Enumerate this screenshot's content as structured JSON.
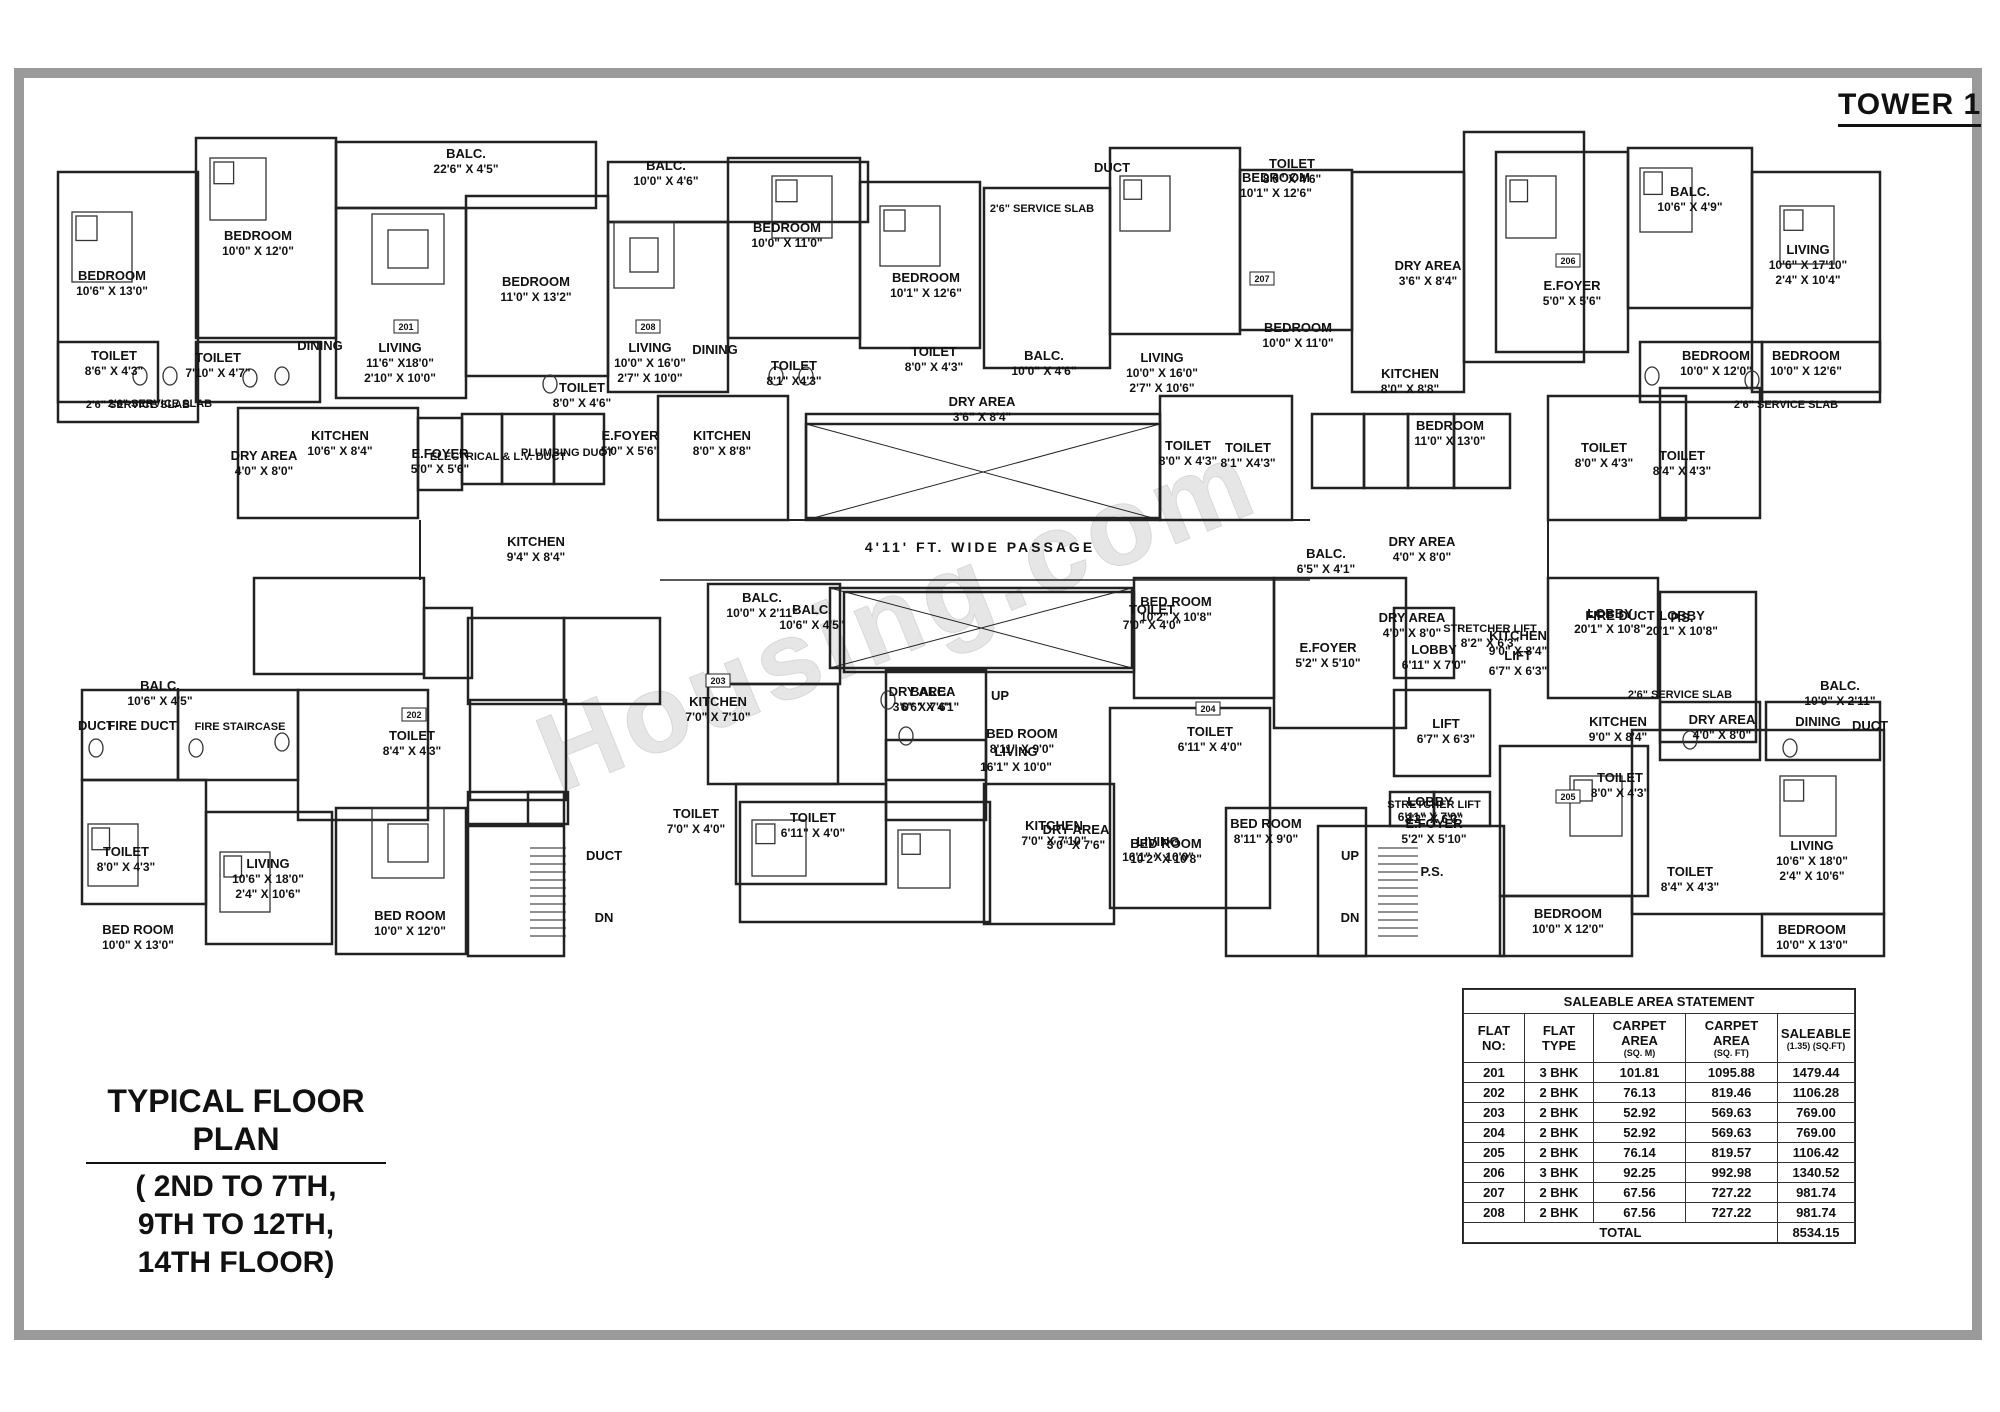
{
  "tower_label": "TOWER 1",
  "floor_plan_title": {
    "line1": "TYPICAL FLOOR PLAN",
    "line2": "( 2ND TO 7TH,",
    "line3": "9TH TO 12TH,",
    "line4": "14TH FLOOR)"
  },
  "watermark": "Housing.com",
  "passage_label": "4'11' FT. WIDE PASSAGE",
  "rooms": [
    {
      "name": "BEDROOM",
      "dim": "10'6\" X 13'0\""
    },
    {
      "name": "BEDROOM",
      "dim": "10'0\" X 12'0\""
    },
    {
      "name": "BALC.",
      "dim": "22'6\" X 4'5\""
    },
    {
      "name": "BEDROOM",
      "dim": "11'0\" X 13'2\""
    },
    {
      "name": "LIVING",
      "dim": "11'6\" X18'0\"",
      "dim2": "2'10\" X 10'0\""
    },
    {
      "name": "DINING",
      "dim": ""
    },
    {
      "name": "TOILET",
      "dim": "8'6\" X 4'3\""
    },
    {
      "name": "TOILET",
      "dim": "7'10\" X 4'7\""
    },
    {
      "name": "TOILET",
      "dim": "8'0\" X 4'6\""
    },
    {
      "name": "2'6\" SERVICE SLAB",
      "dim": ""
    },
    {
      "name": "KITCHEN",
      "dim": "10'6\" X 8'4\""
    },
    {
      "name": "DRY AREA",
      "dim": "4'0\" X 8'0\""
    },
    {
      "name": "E.FOYER",
      "dim": "5'0\" X 5'6\""
    },
    {
      "name": "ELECTRICAL & L.V. DUCT",
      "dim": ""
    },
    {
      "name": "PLUMBING DUCT",
      "dim": ""
    },
    {
      "name": "E.FOYER",
      "dim": "5'0\" X 5'6\""
    },
    {
      "name": "BALC.",
      "dim": "10'0\" X 4'6\""
    },
    {
      "name": "LIVING",
      "dim": "10'0\" X 16'0\"",
      "dim2": "2'7\" X 10'0\""
    },
    {
      "name": "DINING",
      "dim": ""
    },
    {
      "name": "BEDROOM",
      "dim": "10'0\" X 11'0\""
    },
    {
      "name": "BEDROOM",
      "dim": "10'1\" X 12'6\""
    },
    {
      "name": "TOILET",
      "dim": "8'1\" X4'3\""
    },
    {
      "name": "TOILET",
      "dim": "8'0\" X 4'3\""
    },
    {
      "name": "KITCHEN",
      "dim": "8'0\" X 8'8\""
    },
    {
      "name": "DRY AREA",
      "dim": "3'6\" X 8'4\""
    },
    {
      "name": "2'6\" SERVICE SLAB",
      "dim": ""
    },
    {
      "name": "DUCT",
      "dim": ""
    },
    {
      "name": "BEDROOM",
      "dim": "10'1\" X 12'6\""
    },
    {
      "name": "BEDROOM",
      "dim": "10'0\" X 11'0\""
    },
    {
      "name": "BALC.",
      "dim": "10'0\" X 4'6\""
    },
    {
      "name": "LIVING",
      "dim": "10'0\" X 16'0\"",
      "dim2": "2'7\" X 10'6\""
    },
    {
      "name": "TOILET",
      "dim": "8'0\" X 4'3\""
    },
    {
      "name": "TOILET",
      "dim": "8'1\" X4'3\""
    },
    {
      "name": "DRY AREA",
      "dim": "3'6\" X 8'4\""
    },
    {
      "name": "KITCHEN",
      "dim": "8'0\" X 8'8\""
    },
    {
      "name": "BEDROOM",
      "dim": "11'0\" X 13'0\""
    },
    {
      "name": "TOILET",
      "dim": "8'0\" X 4'6\""
    },
    {
      "name": "E.FOYER",
      "dim": "5'0\" X 5'6\""
    },
    {
      "name": "BALC.",
      "dim": "10'6\" X 4'9\""
    },
    {
      "name": "LIVING",
      "dim": "10'6\" X 17'10\"",
      "dim2": "2'4\" X 10'4\""
    },
    {
      "name": "BEDROOM",
      "dim": "10'0\" X 12'0\""
    },
    {
      "name": "BEDROOM",
      "dim": "10'0\" X 12'6\""
    },
    {
      "name": "TOILET",
      "dim": "8'0\" X 4'3\""
    },
    {
      "name": "TOILET",
      "dim": "8'4\" X 4'3\""
    },
    {
      "name": "KITCHEN",
      "dim": "9'4\" X 8'4\""
    },
    {
      "name": "DRY AREA",
      "dim": "4'0\" X 8'0\""
    },
    {
      "name": "LOBBY",
      "dim": "20'1\" X 10'8\""
    },
    {
      "name": "LOBBY",
      "dim": "20'1\" X 10'8\""
    },
    {
      "name": "KITCHEN",
      "dim": "9'0\" X 8'4\""
    },
    {
      "name": "DRY AREA",
      "dim": "4'0\" X 8'0\""
    },
    {
      "name": "E.FOYER",
      "dim": "5'2\" X 5'10\""
    },
    {
      "name": "LIFT",
      "dim": "6'7\" X 6'3\""
    },
    {
      "name": "LOBBY",
      "dim": "6'11\" X 7'0\""
    },
    {
      "name": "STRETCHER LIFT",
      "dim": "8'2\" X 6'3\""
    },
    {
      "name": "P.S.",
      "dim": ""
    },
    {
      "name": "FIRE DUCT",
      "dim": ""
    },
    {
      "name": "FIRE STAIRCASE",
      "dim": ""
    },
    {
      "name": "TOILET",
      "dim": "8'4\" X 4'3\""
    },
    {
      "name": "TOILET",
      "dim": "8'0\" X 4'3\""
    },
    {
      "name": "LIVING",
      "dim": "10'6\" X 18'0\"",
      "dim2": "2'4\" X 10'6\""
    },
    {
      "name": "BED ROOM",
      "dim": "10'0\" X 13'0\""
    },
    {
      "name": "BED ROOM",
      "dim": "10'0\" X 12'0\""
    },
    {
      "name": "BALC.",
      "dim": "10'0\" X 2'11\""
    },
    {
      "name": "BALC.",
      "dim": "10'6\" X 4'5\""
    },
    {
      "name": "KITCHEN",
      "dim": "7'0\" X 7'10\""
    },
    {
      "name": "DRY AREA",
      "dim": "3'0\" X 7'6\""
    },
    {
      "name": "LIVING",
      "dim": "16'1\" X 10'0\""
    },
    {
      "name": "TOILET",
      "dim": "7'0\" X 4'0\""
    },
    {
      "name": "TOILET",
      "dim": "6'11\" X 4'0\""
    },
    {
      "name": "BALC.",
      "dim": "6'6\" X 4'1\""
    },
    {
      "name": "BED ROOM",
      "dim": "8'11\" X 9'0\""
    },
    {
      "name": "BED ROOM",
      "dim": "10'2\" X 10'8\""
    },
    {
      "name": "TOILET",
      "dim": "7'0\" X 4'0\""
    },
    {
      "name": "TOILET",
      "dim": "6'11\" X 4'0\""
    },
    {
      "name": "KITCHEN",
      "dim": "7'0\" X 7'10\""
    },
    {
      "name": "DRY AREA",
      "dim": "3'0\" X 7'6\""
    },
    {
      "name": "LIVING",
      "dim": "16'1\" X 10'0\""
    },
    {
      "name": "BED ROOM",
      "dim": "10'2\" X 10'8\""
    },
    {
      "name": "BED ROOM",
      "dim": "8'11\" X 9'0\""
    },
    {
      "name": "BALC.",
      "dim": "6'5\" X 4'1\""
    },
    {
      "name": "LOBBY",
      "dim": "6'11\" X 7'0\""
    },
    {
      "name": "LIFT",
      "dim": "6'7\" X 6'3\""
    },
    {
      "name": "E.FOYER",
      "dim": "5'2\" X 5'10\""
    },
    {
      "name": "STRETCHER LIFT",
      "dim": "8'2\" X 6'3\""
    },
    {
      "name": "FIRE DUCT",
      "dim": ""
    },
    {
      "name": "P.S.",
      "dim": ""
    },
    {
      "name": "KITCHEN",
      "dim": "9'0\" X 8'4\""
    },
    {
      "name": "DRY AREA",
      "dim": "4'0\" X 8'0\""
    },
    {
      "name": "DINING",
      "dim": ""
    },
    {
      "name": "TOILET",
      "dim": "8'0\" X 4'3\""
    },
    {
      "name": "TOILET",
      "dim": "8'4\" X 4'3\""
    },
    {
      "name": "LIVING",
      "dim": "10'6\" X 18'0\"",
      "dim2": "2'4\" X 10'6\""
    },
    {
      "name": "BEDROOM",
      "dim": "10'0\" X 12'0\""
    },
    {
      "name": "BEDROOM",
      "dim": "10'0\" X 13'0\""
    },
    {
      "name": "BALC.",
      "dim": "10'6\" X 4'5\""
    },
    {
      "name": "BALC.",
      "dim": "10'0\" X 2'11\""
    },
    {
      "name": "2'6\" SERVICE SLAB",
      "dim": ""
    },
    {
      "name": "2'6\" SERVICE SLAB",
      "dim": ""
    },
    {
      "name": "2'6\" SERVICE SLAB",
      "dim": ""
    },
    {
      "name": "DUCT",
      "dim": ""
    },
    {
      "name": "DUCT",
      "dim": ""
    },
    {
      "name": "DUCT",
      "dim": ""
    },
    {
      "name": "DN",
      "dim": ""
    },
    {
      "name": "UP",
      "dim": ""
    },
    {
      "name": "DN",
      "dim": ""
    },
    {
      "name": "UP",
      "dim": ""
    }
  ],
  "flat_numbers": [
    "201",
    "208",
    "207",
    "206",
    "202",
    "203",
    "204",
    "205"
  ],
  "saleable_area": {
    "caption": "SALEABLE AREA STATEMENT",
    "headers": [
      {
        "label": "FLAT NO:",
        "sub": ""
      },
      {
        "label": "FLAT TYPE",
        "sub": ""
      },
      {
        "label": "CARPET AREA",
        "sub": "(SQ. M)"
      },
      {
        "label": "CARPET AREA",
        "sub": "(SQ. FT)"
      },
      {
        "label": "SALEABLE",
        "sub": "(1.35) (SQ.FT)"
      }
    ],
    "rows": [
      [
        "201",
        "3 BHK",
        "101.81",
        "1095.88",
        "1479.44"
      ],
      [
        "202",
        "2 BHK",
        "76.13",
        "819.46",
        "1106.28"
      ],
      [
        "203",
        "2 BHK",
        "52.92",
        "569.63",
        "769.00"
      ],
      [
        "204",
        "2 BHK",
        "52.92",
        "569.63",
        "769.00"
      ],
      [
        "205",
        "2 BHK",
        "76.14",
        "819.57",
        "1106.42"
      ],
      [
        "206",
        "3 BHK",
        "92.25",
        "992.98",
        "1340.52"
      ],
      [
        "207",
        "2 BHK",
        "67.56",
        "727.22",
        "981.74"
      ],
      [
        "208",
        "2 BHK",
        "67.56",
        "727.22",
        "981.74"
      ]
    ],
    "total_label": "TOTAL",
    "total_value": "8534.15"
  }
}
